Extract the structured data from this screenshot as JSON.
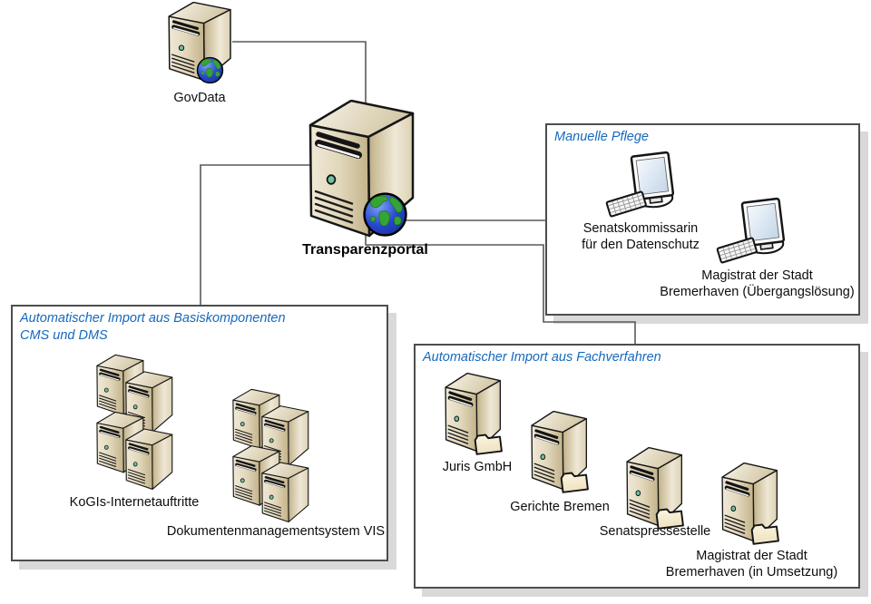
{
  "diagram": {
    "colors": {
      "title_blue": "#1569bd",
      "connector_gray": "#595959",
      "box_border": "#4d4d4d",
      "box_shadow": "#d9d9d9",
      "server_beige": "#d8cca9",
      "globe_green": "#35a435",
      "globe_blue": "#2745cc",
      "folder_cream": "#f6eed3",
      "led_teal": "#6cc3a4"
    },
    "govdata": {
      "label": "GovData"
    },
    "portal": {
      "label": "Transparenzportal"
    },
    "manual_group": {
      "title": "Manuelle Pflege",
      "workstation1": {
        "line1": "Senatskommissarin",
        "line2": "für den Datenschutz"
      },
      "workstation2": {
        "line1": "Magistrat der Stadt",
        "line2": "Bremerhaven (Übergangslösung)"
      }
    },
    "basis_group": {
      "title_line1": "Automatischer Import aus Basiskomponenten",
      "title_line2": "CMS und DMS",
      "cluster1_label": "KoGIs-Internetauftritte",
      "cluster2_label": "Dokumentenmanagementsystem VIS"
    },
    "fach_group": {
      "title": "Automatischer Import aus Fachverfahren",
      "server1_label": "Juris GmbH",
      "server2_label": "Gerichte Bremen",
      "server3_label": "Senatspressestelle",
      "server4_line1": "Magistrat der Stadt",
      "server4_line2": "Bremerhaven (in Umsetzung)"
    }
  }
}
